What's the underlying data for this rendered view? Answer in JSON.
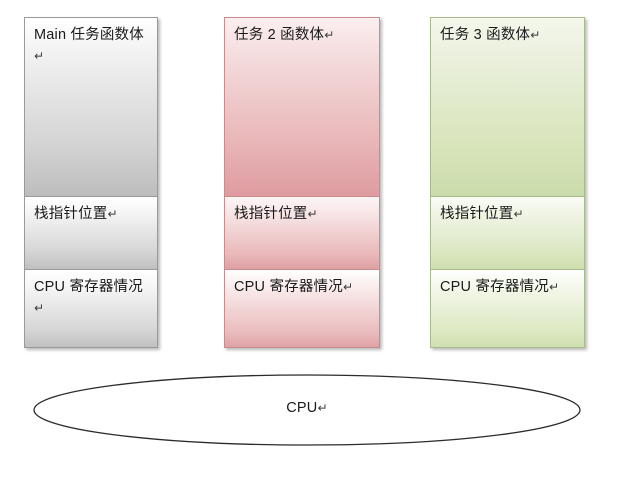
{
  "diagram": {
    "title_text_visible": false,
    "columns": [
      {
        "id": "main-task",
        "color_accent": "#bdbdbd",
        "sections": [
          {
            "name": "body",
            "label": "Main 任务函数体",
            "mark": "↵"
          },
          {
            "name": "stack-ptr",
            "label": "栈指针位置",
            "mark": "↵"
          },
          {
            "name": "cpu-regs",
            "label": "CPU 寄存器情况",
            "mark": "↵"
          }
        ]
      },
      {
        "id": "task-2",
        "color_accent": "#de9ba0",
        "sections": [
          {
            "name": "body",
            "label": "任务 2 函数体",
            "mark": "↵"
          },
          {
            "name": "stack-ptr",
            "label": "栈指针位置",
            "mark": "↵"
          },
          {
            "name": "cpu-regs",
            "label": "CPU 寄存器情况",
            "mark": "↵"
          }
        ]
      },
      {
        "id": "task-3",
        "color_accent": "#cbdcab",
        "sections": [
          {
            "name": "body",
            "label": "任务 3 函数体",
            "mark": "↵"
          },
          {
            "name": "stack-ptr",
            "label": "栈指针位置",
            "mark": "↵"
          },
          {
            "name": "cpu-regs",
            "label": "CPU 寄存器情况",
            "mark": "↵"
          }
        ]
      }
    ],
    "cpu_node": {
      "label": "CPU",
      "mark": "↵",
      "shape": "ellipse",
      "stroke": "#2b2b2b",
      "fill": "#ffffff"
    }
  }
}
